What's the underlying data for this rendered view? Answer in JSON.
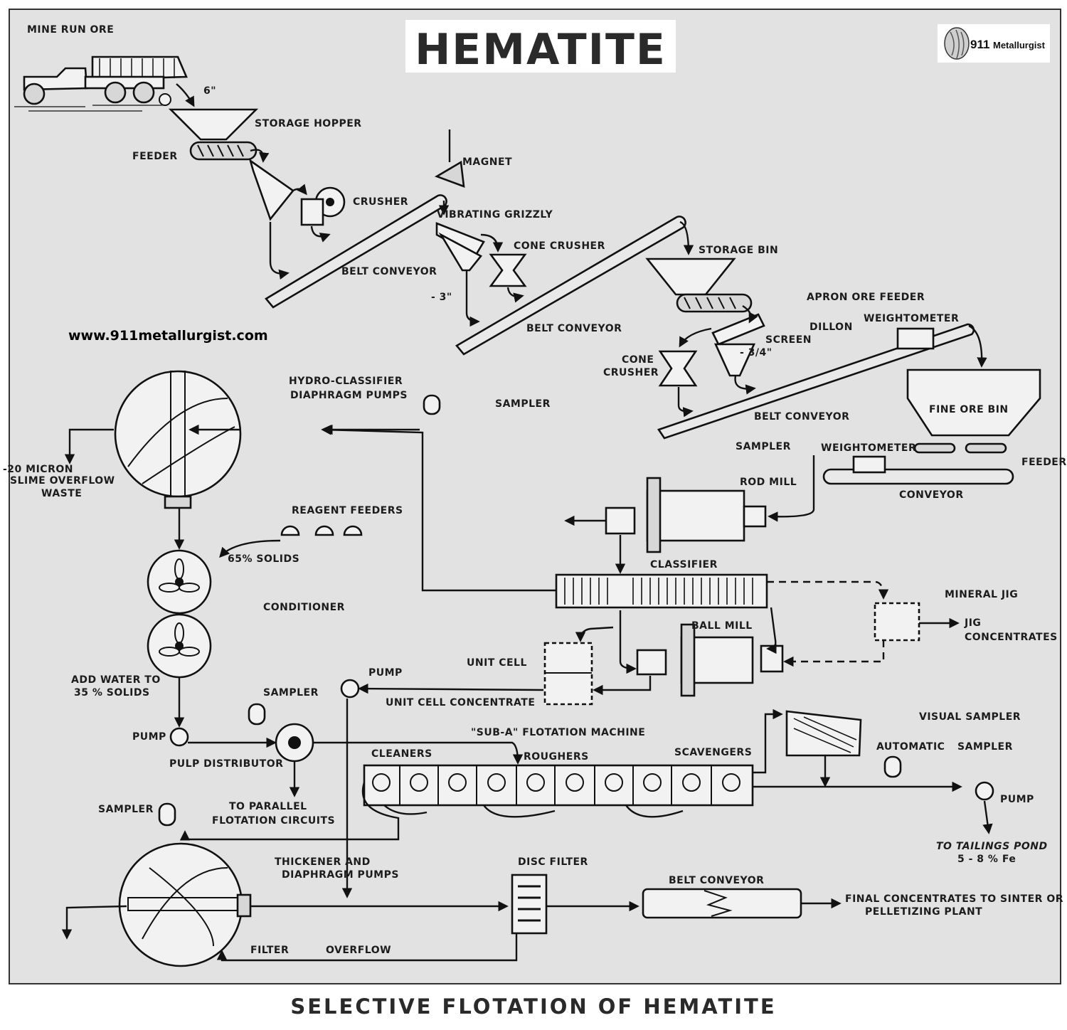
{
  "title": "HEMATITE",
  "logo": {
    "number": "911",
    "name": "Metallurgist"
  },
  "website": "www.911metallurgist.com",
  "caption": "SELECTIVE FLOTATION OF HEMATITE",
  "labels": {
    "mine_run_ore": "MINE RUN ORE",
    "six_inch": "6\"",
    "storage_hopper": "STORAGE HOPPER",
    "feeder_top": "FEEDER",
    "magnet": "MAGNET",
    "crusher": "CRUSHER",
    "vibrating_grizzly": "VIBRATING GRIZZLY",
    "cone_crusher_top": "CONE CRUSHER",
    "belt_conveyor_1": "BELT CONVEYOR",
    "three_inch": "- 3\"",
    "storage_bin": "STORAGE BIN",
    "belt_conveyor_2": "BELT CONVEYOR",
    "apron_ore_feeder": "APRON ORE FEEDER",
    "dillon": "DILLON",
    "weightometer_top": "WEIGHTOMETER",
    "screen": "SCREEN",
    "three_quarter": "- 3/4\"",
    "cone_crusher_2a": "CONE",
    "cone_crusher_2b": "CRUSHER",
    "belt_conveyor_3": "BELT CONVEYOR",
    "fine_ore_bin": "FINE ORE BIN",
    "hydro_classifier": "HYDRO-CLASSIFIER",
    "diaphragm_pumps": "DIAPHRAGM PUMPS",
    "sampler_mid": "SAMPLER",
    "slime_1": "-20 MICRON",
    "slime_2": "SLIME OVERFLOW",
    "slime_3": "WASTE",
    "sampler_right": "SAMPLER",
    "weightometer_2": "WEIGHTOMETER",
    "feeder_right": "FEEDER",
    "rod_mill": "ROD MILL",
    "conveyor": "CONVEYOR",
    "reagent_feeders": "REAGENT FEEDERS",
    "solids_65": "65% SOLIDS",
    "classifier": "CLASSIFIER",
    "conditioner": "CONDITIONER",
    "mineral_jig": "MINERAL JIG",
    "jig_conc_1": "JIG",
    "jig_conc_2": "CONCENTRATES",
    "ball_mill": "BALL MILL",
    "unit_cell": "UNIT CELL",
    "add_water_1": "ADD WATER TO",
    "add_water_2": "35 % SOLIDS",
    "pump_mid": "PUMP",
    "sampler_lower": "SAMPLER",
    "unit_cell_conc": "UNIT CELL CONCENTRATE",
    "pump_left": "PUMP",
    "sub_a": "\"SUB-A\" FLOTATION MACHINE",
    "visual_sampler": "VISUAL SAMPLER",
    "cleaners": "CLEANERS",
    "roughers": "ROUGHERS",
    "scavengers": "SCAVENGERS",
    "automatic": "AUTOMATIC",
    "sampler_auto": "SAMPLER",
    "pulp_distributor": "PULP DISTRIBUTOR",
    "sampler_left": "SAMPLER",
    "parallel_1": "TO PARALLEL",
    "parallel_2": "FLOTATION CIRCUITS",
    "pump_right": "PUMP",
    "tailings_1": "TO TAILINGS POND",
    "tailings_2": "5 - 8 % Fe",
    "thickener_1": "THICKENER AND",
    "thickener_2": "DIAPHRAGM PUMPS",
    "disc_filter": "DISC FILTER",
    "belt_conveyor_4": "BELT CONVEYOR",
    "final_1": "FINAL CONCENTRATES TO SINTER OR",
    "final_2": "PELLETIZING PLANT",
    "filter": "FILTER",
    "overflow": "OVERFLOW"
  }
}
